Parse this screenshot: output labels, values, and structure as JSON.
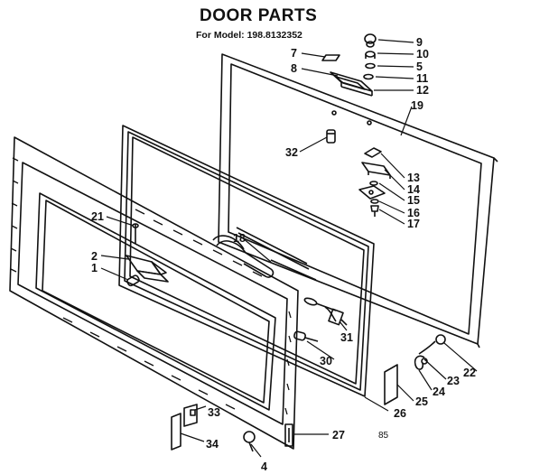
{
  "header": {
    "title": "DOOR PARTS",
    "model_line": "For Model: 198.8132352"
  },
  "footer": {
    "code": "85"
  },
  "callouts": [
    {
      "id": "9",
      "label": "9"
    },
    {
      "id": "10",
      "label": "10"
    },
    {
      "id": "7",
      "label": "7"
    },
    {
      "id": "5",
      "label": "5"
    },
    {
      "id": "8",
      "label": "8"
    },
    {
      "id": "11",
      "label": "11"
    },
    {
      "id": "12",
      "label": "12"
    },
    {
      "id": "19",
      "label": "19"
    },
    {
      "id": "32",
      "label": "32"
    },
    {
      "id": "13",
      "label": "13"
    },
    {
      "id": "14",
      "label": "14"
    },
    {
      "id": "15",
      "label": "15"
    },
    {
      "id": "16",
      "label": "16"
    },
    {
      "id": "17",
      "label": "17"
    },
    {
      "id": "21",
      "label": "21"
    },
    {
      "id": "18",
      "label": "18"
    },
    {
      "id": "2",
      "label": "2"
    },
    {
      "id": "1",
      "label": "1"
    },
    {
      "id": "31",
      "label": "31"
    },
    {
      "id": "30",
      "label": "30"
    },
    {
      "id": "22",
      "label": "22"
    },
    {
      "id": "23",
      "label": "23"
    },
    {
      "id": "24",
      "label": "24"
    },
    {
      "id": "25",
      "label": "25"
    },
    {
      "id": "26",
      "label": "26"
    },
    {
      "id": "33",
      "label": "33"
    },
    {
      "id": "34",
      "label": "34"
    },
    {
      "id": "27",
      "label": "27"
    },
    {
      "id": "4",
      "label": "4"
    }
  ]
}
